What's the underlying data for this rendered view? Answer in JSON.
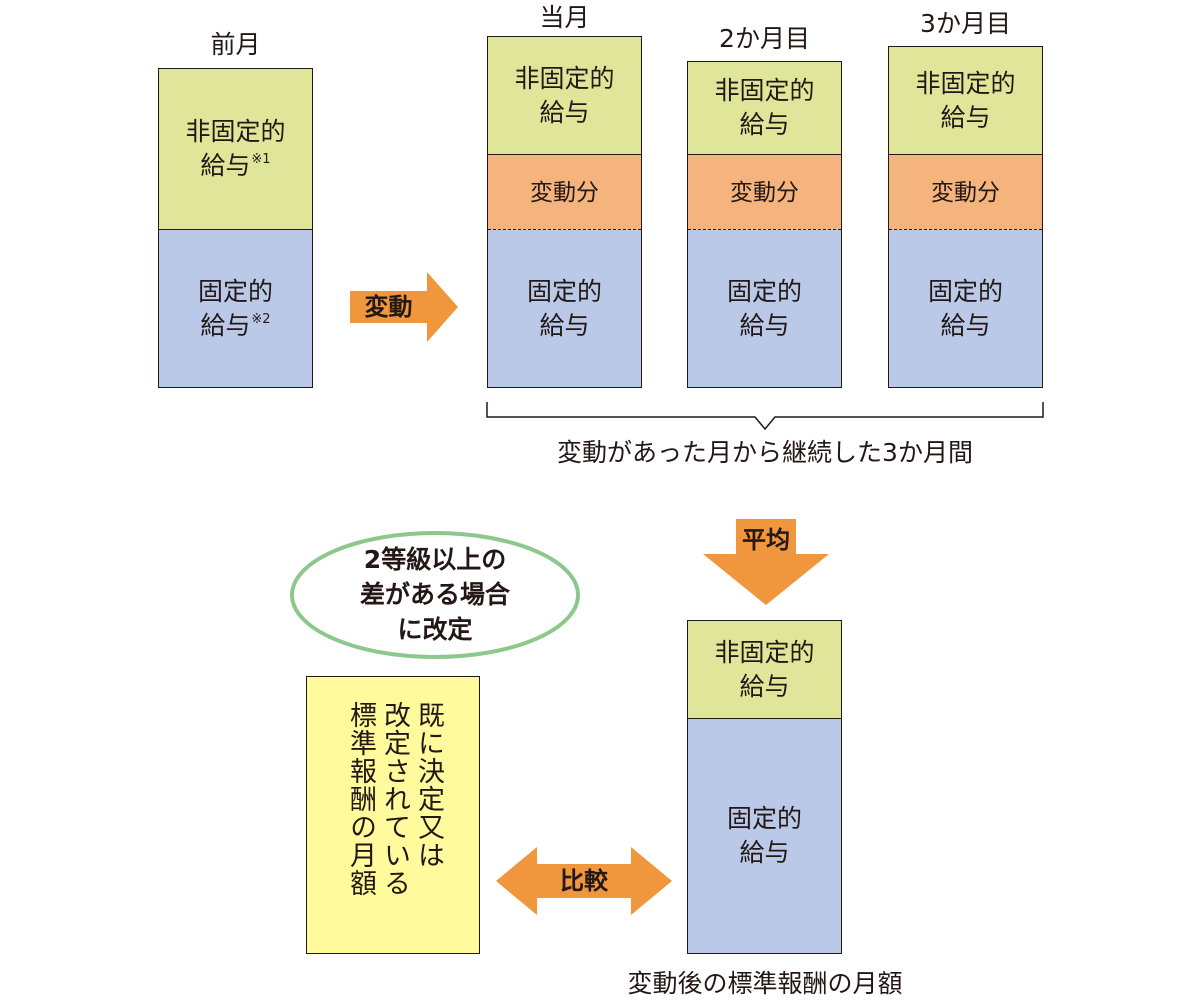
{
  "top": {
    "prev_month": {
      "label": "前月",
      "nonfixed_line1": "非固定的",
      "nonfixed_line2": "給与",
      "nonfixed_note": "※1",
      "fixed_line1": "固定的",
      "fixed_line2": "給与",
      "fixed_note": "※2"
    },
    "change_arrow_label": "変動",
    "months": [
      {
        "label": "当月",
        "nonfixed_line1": "非固定的",
        "nonfixed_line2": "給与",
        "change": "変動分",
        "fixed_line1": "固定的",
        "fixed_line2": "給与"
      },
      {
        "label": "2か月目",
        "nonfixed_line1": "非固定的",
        "nonfixed_line2": "給与",
        "change": "変動分",
        "fixed_line1": "固定的",
        "fixed_line2": "給与"
      },
      {
        "label": "3か月目",
        "nonfixed_line1": "非固定的",
        "nonfixed_line2": "給与",
        "change": "変動分",
        "fixed_line1": "固定的",
        "fixed_line2": "給与"
      }
    ],
    "brace_caption": "変動があった月から継続した3か月間"
  },
  "bottom": {
    "average_arrow_label": "平均",
    "condition_line1": "2等級以上の",
    "condition_line2": "差がある場合",
    "condition_line3": "に改定",
    "current_col1": "既に決定又は",
    "current_col2": "改定されている",
    "current_col3": "標準報酬の月額",
    "compare_arrow_label": "比較",
    "result": {
      "nonfixed_line1": "非固定的",
      "nonfixed_line2": "給与",
      "fixed_line1": "固定的",
      "fixed_line2": "給与",
      "caption": "変動後の標準報酬の月額"
    }
  },
  "colors": {
    "nonfixed": "#dfe69a",
    "change": "#f5b47d",
    "fixed": "#b9c9e7",
    "arrow": "#f0963c",
    "ellipse_border": "#8cc88c",
    "yellow": "#fffa9b"
  }
}
